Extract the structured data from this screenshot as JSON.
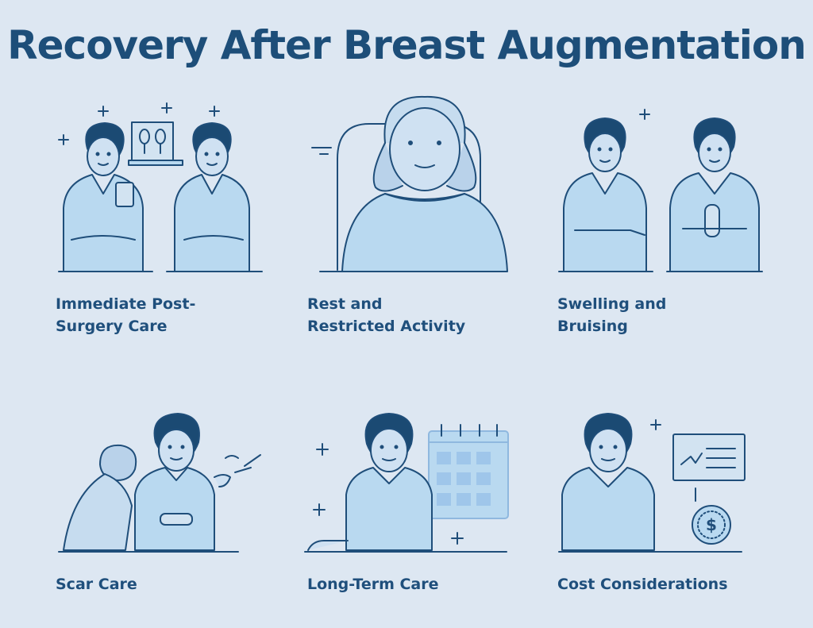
{
  "title": "Recovery After Breast Augmentation",
  "colors": {
    "background": "#dde7f2",
    "heading": "#1d4e79",
    "line": "#1f4e7a",
    "fill_light": "#b9d9f0",
    "fill_pale": "#d2e3f1",
    "hair": "#1b4a73"
  },
  "sections": [
    {
      "icon": "post-surgery-care-illustration",
      "caption": [
        "Immediate Post-",
        "Surgery Care"
      ]
    },
    {
      "icon": "rest-illustration",
      "caption": [
        "Rest and",
        "Restricted Activity"
      ]
    },
    {
      "icon": "swelling-illustration",
      "caption": [
        "Swelling and",
        "Bruising"
      ]
    },
    {
      "icon": "scar-care-illustration",
      "caption": [
        "Scar Care"
      ]
    },
    {
      "icon": "calendar-illustration",
      "caption": [
        "Long-Term Care"
      ]
    },
    {
      "icon": "cost-illustration",
      "caption": [
        "Cost Considerations"
      ]
    }
  ],
  "cost_symbol": "$"
}
